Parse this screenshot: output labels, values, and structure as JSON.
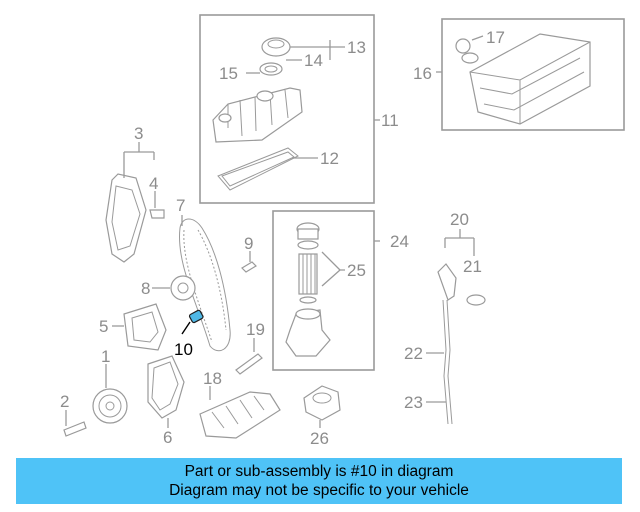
{
  "diagram": {
    "labels": [
      {
        "id": "1",
        "text": "1"
      },
      {
        "id": "2",
        "text": "2"
      },
      {
        "id": "3",
        "text": "3"
      },
      {
        "id": "4",
        "text": "4"
      },
      {
        "id": "5",
        "text": "5"
      },
      {
        "id": "6",
        "text": "6"
      },
      {
        "id": "7",
        "text": "7"
      },
      {
        "id": "8",
        "text": "8"
      },
      {
        "id": "9",
        "text": "9"
      },
      {
        "id": "10",
        "text": "10"
      },
      {
        "id": "11",
        "text": "11"
      },
      {
        "id": "12",
        "text": "12"
      },
      {
        "id": "13",
        "text": "13"
      },
      {
        "id": "14",
        "text": "14"
      },
      {
        "id": "15",
        "text": "15"
      },
      {
        "id": "16",
        "text": "16"
      },
      {
        "id": "17",
        "text": "17"
      },
      {
        "id": "18",
        "text": "18"
      },
      {
        "id": "19",
        "text": "19"
      },
      {
        "id": "20",
        "text": "20"
      },
      {
        "id": "21",
        "text": "21"
      },
      {
        "id": "22",
        "text": "22"
      },
      {
        "id": "23",
        "text": "23"
      },
      {
        "id": "24",
        "text": "24"
      },
      {
        "id": "25",
        "text": "25"
      },
      {
        "id": "26",
        "text": "26"
      }
    ],
    "highlighted_part": "10",
    "highlight_color": "#4fb8e6"
  },
  "banner": {
    "line1": "Part or sub-assembly is #10 in diagram",
    "line2": "Diagram may not be specific to your vehicle",
    "background": "#4fc3f7"
  }
}
